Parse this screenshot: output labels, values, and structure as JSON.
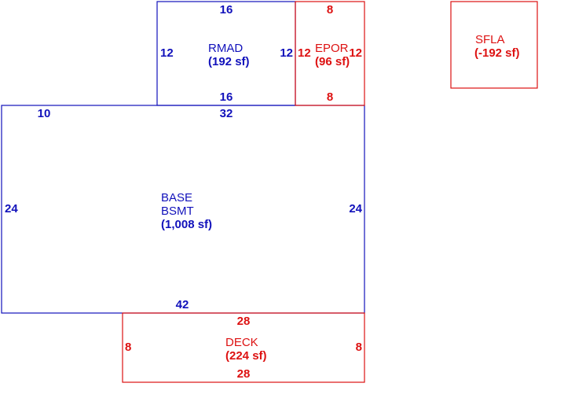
{
  "colors": {
    "blue": "#1111bb",
    "red": "#dd1111"
  },
  "areas": {
    "rmad": {
      "code": "RMAD",
      "size": "(192 sf)",
      "dims": {
        "top": "16",
        "bottom": "16",
        "left": "12",
        "right": "12"
      }
    },
    "epor": {
      "code": "EPOR",
      "size": "(96 sf)",
      "dims": {
        "top": "8",
        "bottom": "8",
        "left": "12",
        "right": "12"
      }
    },
    "sfla": {
      "code": "SFLA",
      "size": "(-192 sf)"
    },
    "base": {
      "code": "BASE",
      "code2": "BSMT",
      "size": "(1,008 sf)",
      "dims": {
        "top_left": "10",
        "top": "32",
        "bottom": "42",
        "left": "24",
        "right": "24"
      }
    },
    "deck": {
      "code": "DECK",
      "size": "(224 sf)",
      "dims": {
        "top": "28",
        "bottom": "28",
        "left": "8",
        "right": "8"
      }
    }
  }
}
